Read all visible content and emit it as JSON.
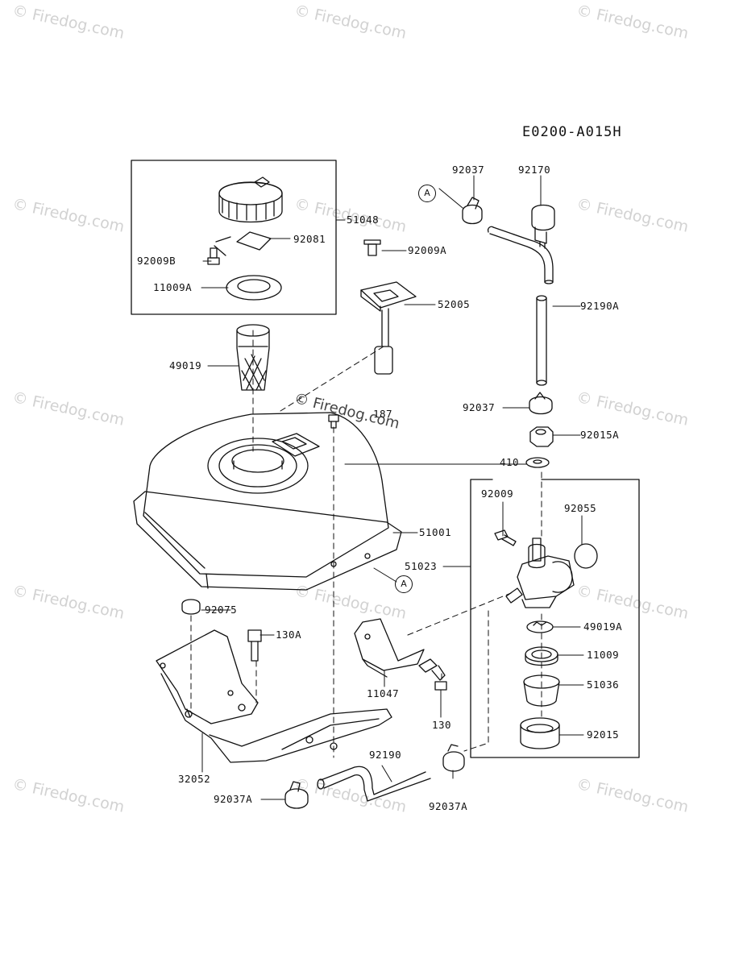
{
  "diagram_code": "E0200-A015H",
  "watermark_text": "© Firedog.com",
  "center_watermark": "© Firedog.com",
  "ref_marker": "A",
  "parts": {
    "p51048": "51048",
    "p92081": "92081",
    "p92009B": "92009B",
    "p11009A": "11009A",
    "p92009A": "92009A",
    "p52005": "52005",
    "p49019": "49019",
    "p187": "187",
    "p92037_top": "92037",
    "p92170": "92170",
    "p92190A": "92190A",
    "p92037_mid": "92037",
    "p92015A": "92015A",
    "p410": "410",
    "p92009": "92009",
    "p92055": "92055",
    "p51001": "51001",
    "p51023": "51023",
    "p92075": "92075",
    "p130A": "130A",
    "p49019A": "49019A",
    "p11009": "11009",
    "p51036": "51036",
    "p92015": "92015",
    "p11047": "11047",
    "p130": "130",
    "p32052": "32052",
    "p92190": "92190",
    "p92037A_left": "92037A",
    "p92037A_right": "92037A"
  }
}
